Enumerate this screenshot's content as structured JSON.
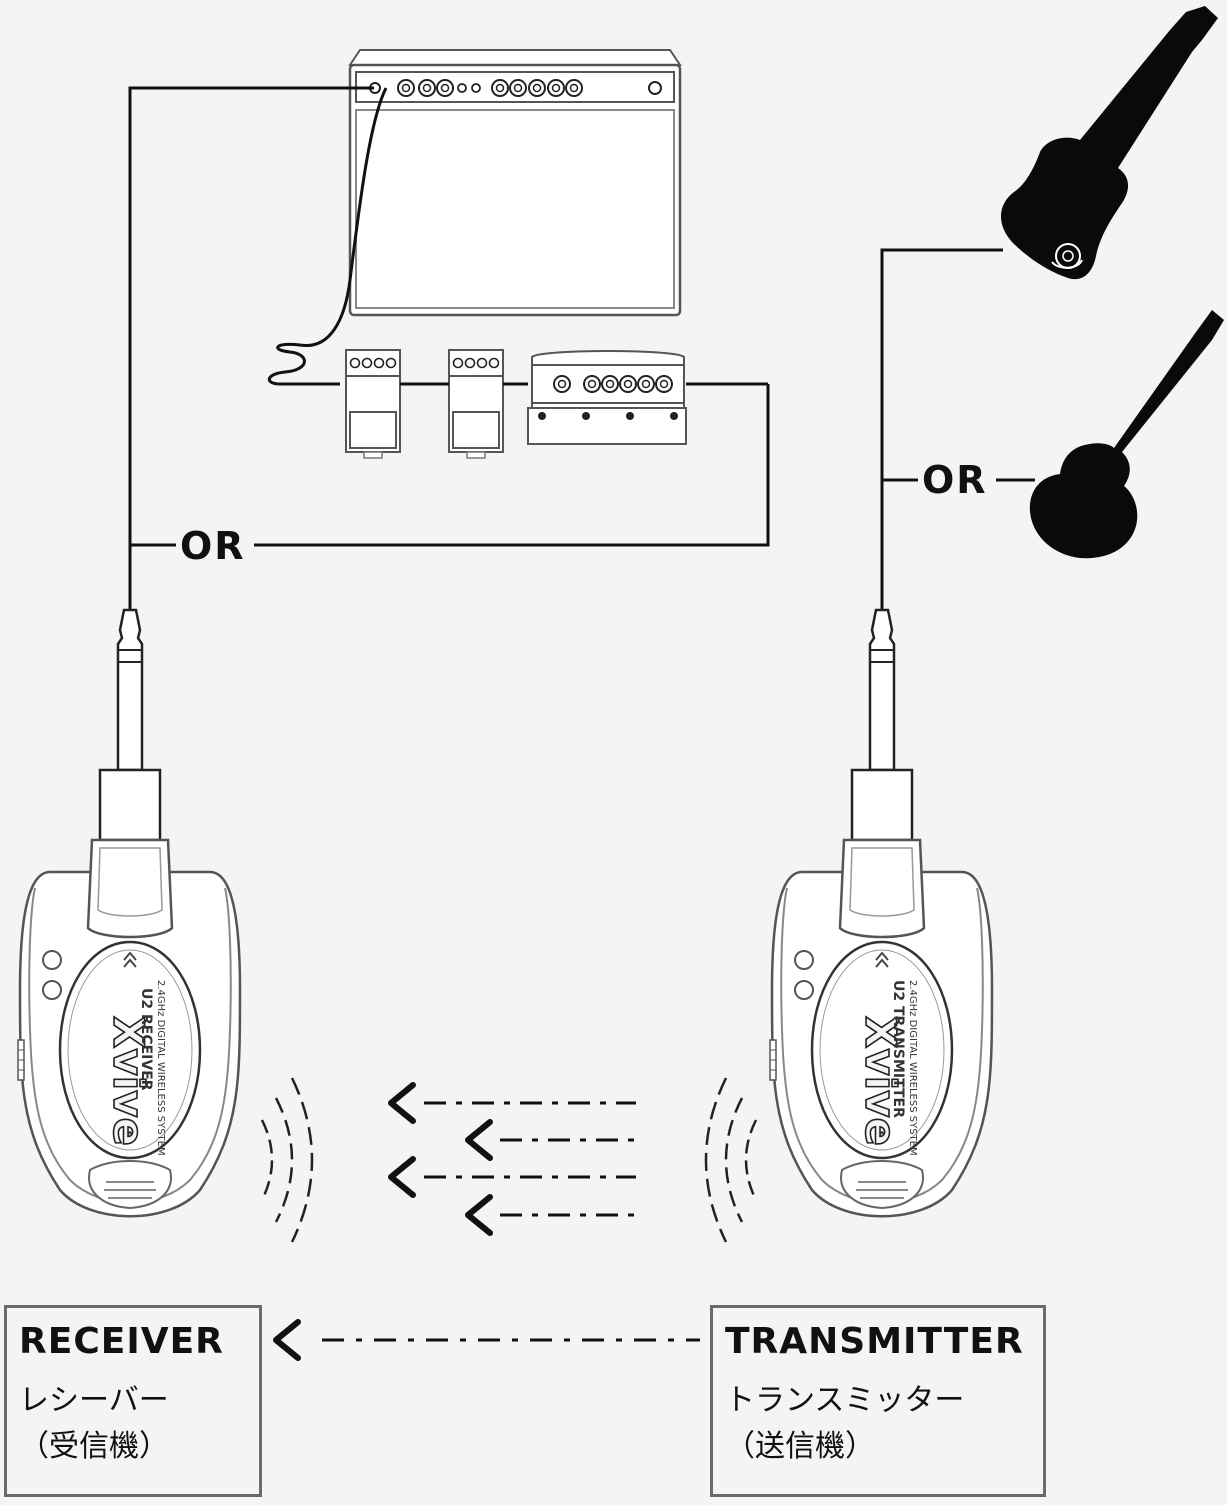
{
  "diagram": {
    "left_connector_label": "OR",
    "right_connector_label": "OR",
    "receiver": {
      "brand": "Xvive",
      "model": "U2 RECEIVER",
      "desc": "2.4GHz DIGITAL WIRELESS SYSTEM"
    },
    "transmitter": {
      "brand": "Xvive",
      "model": "U2 TRANSMITTER",
      "desc": "2.4GHz DIGITAL WIRELESS SYSTEM"
    }
  },
  "legend": {
    "receiver": {
      "title": "RECEIVER",
      "line1": "レシーバー",
      "line2": "（受信機）"
    },
    "transmitter": {
      "title": "TRANSMITTER",
      "line1": "トランスミッター",
      "line2": "（送信機）"
    }
  },
  "icons": [
    "guitar-amp-icon",
    "effect-pedal-icon",
    "multi-effects-unit-icon",
    "electric-guitar-icon",
    "wireless-receiver-icon",
    "wireless-transmitter-icon",
    "signal-wave-icon",
    "arrow-left-icon"
  ]
}
